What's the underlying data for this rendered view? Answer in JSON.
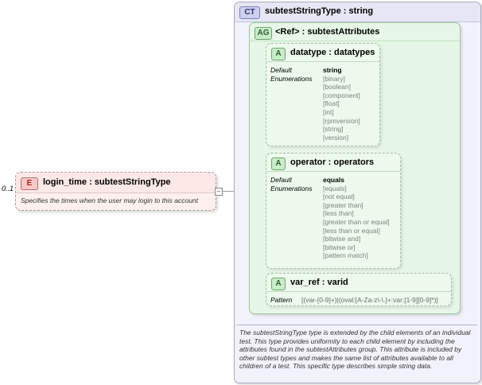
{
  "element": {
    "occurrence": "0..1",
    "badge": "E",
    "title": "login_time  : subtestStringType",
    "description": "Specifies the times when the user may login to this account",
    "collapse_glyph": "−"
  },
  "complex_type": {
    "badge": "CT",
    "title": "subtestStringType : string",
    "description": "The subtestStringType type is extended by the child elements of an individual test.  This type provides uniformity to each child element by including the attributes found in the subtestAttributes group.  This attribute is included by other subtest types and makes the same list of attributes available to all children of a test.  This specific type describes simple string data."
  },
  "attribute_group": {
    "badge": "AG",
    "title": "<Ref>      : subtestAttributes"
  },
  "attributes": {
    "datatype": {
      "badge": "A",
      "title": "datatype : datatypes",
      "labels": [
        "Default",
        "Enumerations"
      ],
      "default": "string",
      "enumerations": [
        "[binary]",
        "[boolean]",
        "[component]",
        "[float]",
        "[int]",
        "[rpmversion]",
        "[string]",
        "[version]"
      ]
    },
    "operator": {
      "badge": "A",
      "title": "operator : operators",
      "labels": [
        "Default",
        "Enumerations"
      ],
      "default": "equals",
      "enumerations": [
        "[equals]",
        "[not equal]",
        "[greater than]",
        "[less than]",
        "[greater than or equal]",
        "[less than or equal]",
        "[bitwise and]",
        "[bitwise or]",
        "[pattern match]"
      ]
    },
    "var_ref": {
      "badge": "A",
      "title": "var_ref    : varid",
      "pattern_label": "Pattern",
      "pattern": "[(var-[0-9]+)|(oval:[A-Za-z\\-\\.]+:var:[1-9][0-9]*)]"
    }
  }
}
